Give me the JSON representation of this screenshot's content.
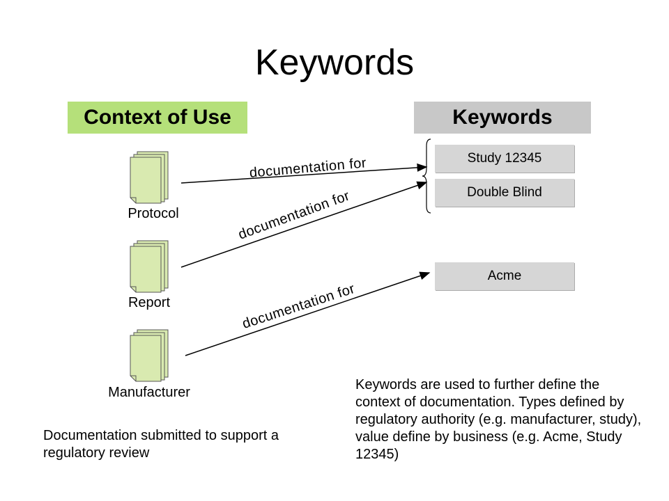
{
  "title": "Keywords",
  "headers": {
    "context_of_use": "Context of Use",
    "keywords": "Keywords"
  },
  "documents": [
    {
      "label": "Protocol",
      "icon": "document-stack-icon"
    },
    {
      "label": "Report",
      "icon": "document-stack-icon"
    },
    {
      "label": "Manufacturer",
      "icon": "document-stack-icon"
    }
  ],
  "keywords": [
    {
      "label": "Study 12345"
    },
    {
      "label": "Double Blind"
    },
    {
      "label": "Acme"
    }
  ],
  "edges": [
    {
      "label": "documentation for"
    },
    {
      "label": "documentation for"
    },
    {
      "label": "documentation for"
    }
  ],
  "notes": {
    "left": "Documentation submitted to support a regulatory review",
    "right": "Keywords are used to further define the context of documentation. Types defined by regulatory authority (e.g. manufacturer, study), value define by business (e.g. Acme, Study 12345)"
  },
  "colors": {
    "context_header": "#b5e07a",
    "keywords_header": "#c8c8c8",
    "keyword_box": "#d6d6d6",
    "document_fill": "#d9eab0"
  }
}
